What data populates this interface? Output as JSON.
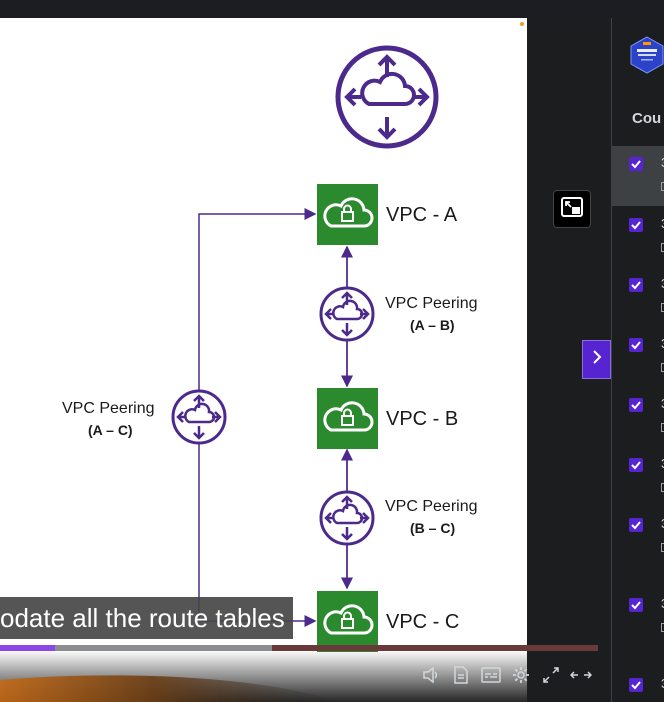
{
  "slide": {
    "vpc_a": "VPC - A",
    "vpc_b": "VPC - B",
    "vpc_c": "VPC - C",
    "peering_label": "VPC Peering",
    "peering_ab": "(A – B)",
    "peering_bc": "(B – C)",
    "peering_ac": "(A – C)"
  },
  "caption": {
    "text": "odate all the route tables"
  },
  "sidebar": {
    "section_title": "Cou",
    "items": [
      {
        "num": "3",
        "completed": true
      },
      {
        "num": "3",
        "completed": true
      },
      {
        "num": "3",
        "completed": true
      },
      {
        "num": "3",
        "completed": true
      },
      {
        "num": "3",
        "completed": true
      },
      {
        "num": "3",
        "completed": true
      },
      {
        "num": "3",
        "completed": true
      },
      {
        "num": "3",
        "completed": true
      },
      {
        "num": "3",
        "completed": true
      }
    ]
  },
  "player": {
    "progress": 0.1
  },
  "colors": {
    "accent": "#5624d0",
    "vpc_green": "#2b8a2e",
    "diagram_purple": "#4b2a8c"
  },
  "icons": {
    "pip": "picture-in-picture-icon",
    "expand": "chevron-right-icon",
    "volume": "volume-icon",
    "transcript": "transcript-icon",
    "captions": "captions-icon",
    "settings": "gear-icon",
    "fullscreen": "fullscreen-icon",
    "theater": "expand-horizontal-icon"
  }
}
